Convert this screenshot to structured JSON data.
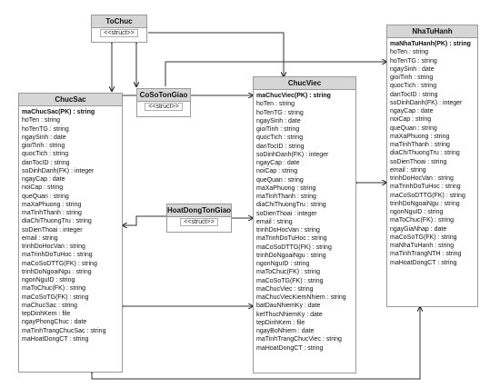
{
  "entities": {
    "tochuc": {
      "name": "ToChuc",
      "stereotype": "<<struct>>"
    },
    "cosotongiao": {
      "name": "CoSoTonGiao",
      "stereotype": "<<struct>>"
    },
    "hoatdong": {
      "name": "HoatDongTonGiao",
      "stereotype": "<<struct>>"
    },
    "chucsac": {
      "name": "ChucSac",
      "attributes": [
        "maChucSac(PK) : string",
        "hoTen : string",
        "hoTenTG : string",
        "ngaySinh : date",
        "gioiTinh : string",
        "quocTich : string",
        "danTocID : string",
        "soDinhDanh(FK) : integer",
        "ngayCap : date",
        "noiCap : string",
        "queQuan : string",
        "maXaPhuong : string",
        "maTinhThanh : string",
        "diaChiThuongTru : string",
        "soDienThoai : integer",
        "email : string",
        "trinhDoHocVan : string",
        "maTrinhDoTuHoc : string",
        "maCoSoDTTG(FK) : string",
        "trinhDoNgoaiNgu : string",
        "ngonNguID : string",
        "maToChuc(FK) : string",
        "maCoSoTG(FK) : string",
        "maChucSac : string",
        "tepDinhKem : file",
        "ngayPhongChuc : date",
        "maTinhTrangChucSac : string",
        "maHoatDongCT : string"
      ]
    },
    "chucviec": {
      "name": "ChucViec",
      "attributes": [
        "maChucViec(PK) : string",
        "hoTen : string",
        "hoTenTG : string",
        "ngaySinh : date",
        "gioiTinh : string",
        "quocTich : string",
        "danTocID : string",
        "soDinhDanh(FK) : integer",
        "ngayCap : date",
        "noiCap : string",
        "queQuan : string",
        "maXaPhuong : string",
        "maTinhThanh : string",
        "diaChiThuongTru : string",
        "soDienThoai : integer",
        "email : string",
        "trinhDoHocVan : string",
        "maTrinhDoTuHoc : string",
        "maCoSoDTTG(FK) : string",
        "trinhDoNgoaiNgu : string",
        "ngonNguID : string",
        "maToChuc(FK) : string",
        "maCoSoTG(FK) : string",
        "maChucViec : string",
        "maChucViecKiemNhiem : string",
        "batDauNhiemKy : date",
        "ketThucNhiemKy : date",
        "tepDinhKem : file",
        "ngayBoNhiem : date",
        "maTinhTrangChucViec : string",
        "maHoatDongCT : string"
      ]
    },
    "nhatuhanh": {
      "name": "NhaTuHanh",
      "attributes": [
        "maNhaTuHanh(PK) : string",
        "hoTen : string",
        "hoTenTG : string",
        "ngaySinh : date",
        "gioiTinh : string",
        "quocTich : string",
        "danTocID : string",
        "soDinhDanh(FK) : integer",
        "ngayCap : date",
        "noiCap : string",
        "queQuan : string",
        "maXaPhuong : string",
        "maTinhThanh : string",
        "diaChiThuongTru : string",
        "soDienThoai : string",
        "email : string",
        "trinhDoHocVan : string",
        "maTrinhDoTuHoc : string",
        "maCoSoDTTG(FK) : string",
        "trinhDoNgoaiNgu : string",
        "ngonNguID : string",
        "maToChuc(FK) : string",
        "ngayGiaNhap : date",
        "maCoSoTG(FK) : string",
        "maNhaTuHanh : string",
        "maTinhTrangNTH : string",
        "maHoatDongCT : string"
      ]
    }
  }
}
